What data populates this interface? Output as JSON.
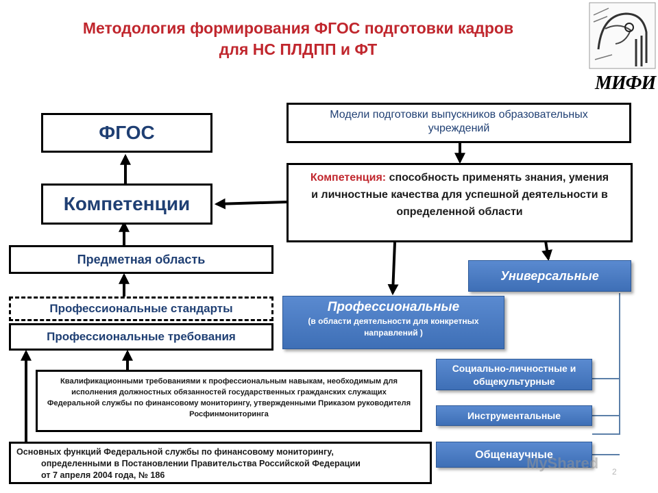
{
  "title": {
    "line1": "Методология   формирования ФГОС  подготовки кадров",
    "line2": "для НС ПЛДПП и ФТ"
  },
  "logo": {
    "text": "МИФИ",
    "icon": "mifi-emblem-icon"
  },
  "boxes": {
    "fgos": "ФГОС",
    "competencies": "Компетенции",
    "subject_area": "Предметная область",
    "prof_standards": "Профессиональные стандарты",
    "prof_requirements": "Профессиональные требования",
    "qualification": "Квалификационными требованиями к профессиональным навыкам, необходимым для исполнения должностных обязанностей государственных гражданских служащих Федеральной службы по финансовому мониторингу, утвержденными Приказом руководителя Росфинмониторинга",
    "functions_line1": "Основных функций Федеральной службы по финансовому мониторингу,",
    "functions_line2": "определенными в Постановлении Правительства Российской Федерации",
    "functions_line3": "от 7 апреля 2004 года, № 186",
    "models": "Модели подготовки выпускников образовательных учреждений",
    "competence_label": "Компетенция:",
    "competence_text": " способность применять знания, умения и личностные качества для успешной деятельности в определенной области"
  },
  "categories": {
    "universal": "Универсальные",
    "professional": "Профессиональные",
    "professional_sub": "(в области деятельности для конкретных направлений )",
    "social": "Социально-личностные и общекультурные",
    "instrumental": "Инструментальные",
    "general_science": "Общенаучные"
  },
  "watermark": "MyShared",
  "page_number": "2",
  "colors": {
    "title": "#c0262d",
    "box_text": "#1f3f73",
    "accent_red": "#c0262d",
    "category_blue": "#4a7cc4"
  }
}
